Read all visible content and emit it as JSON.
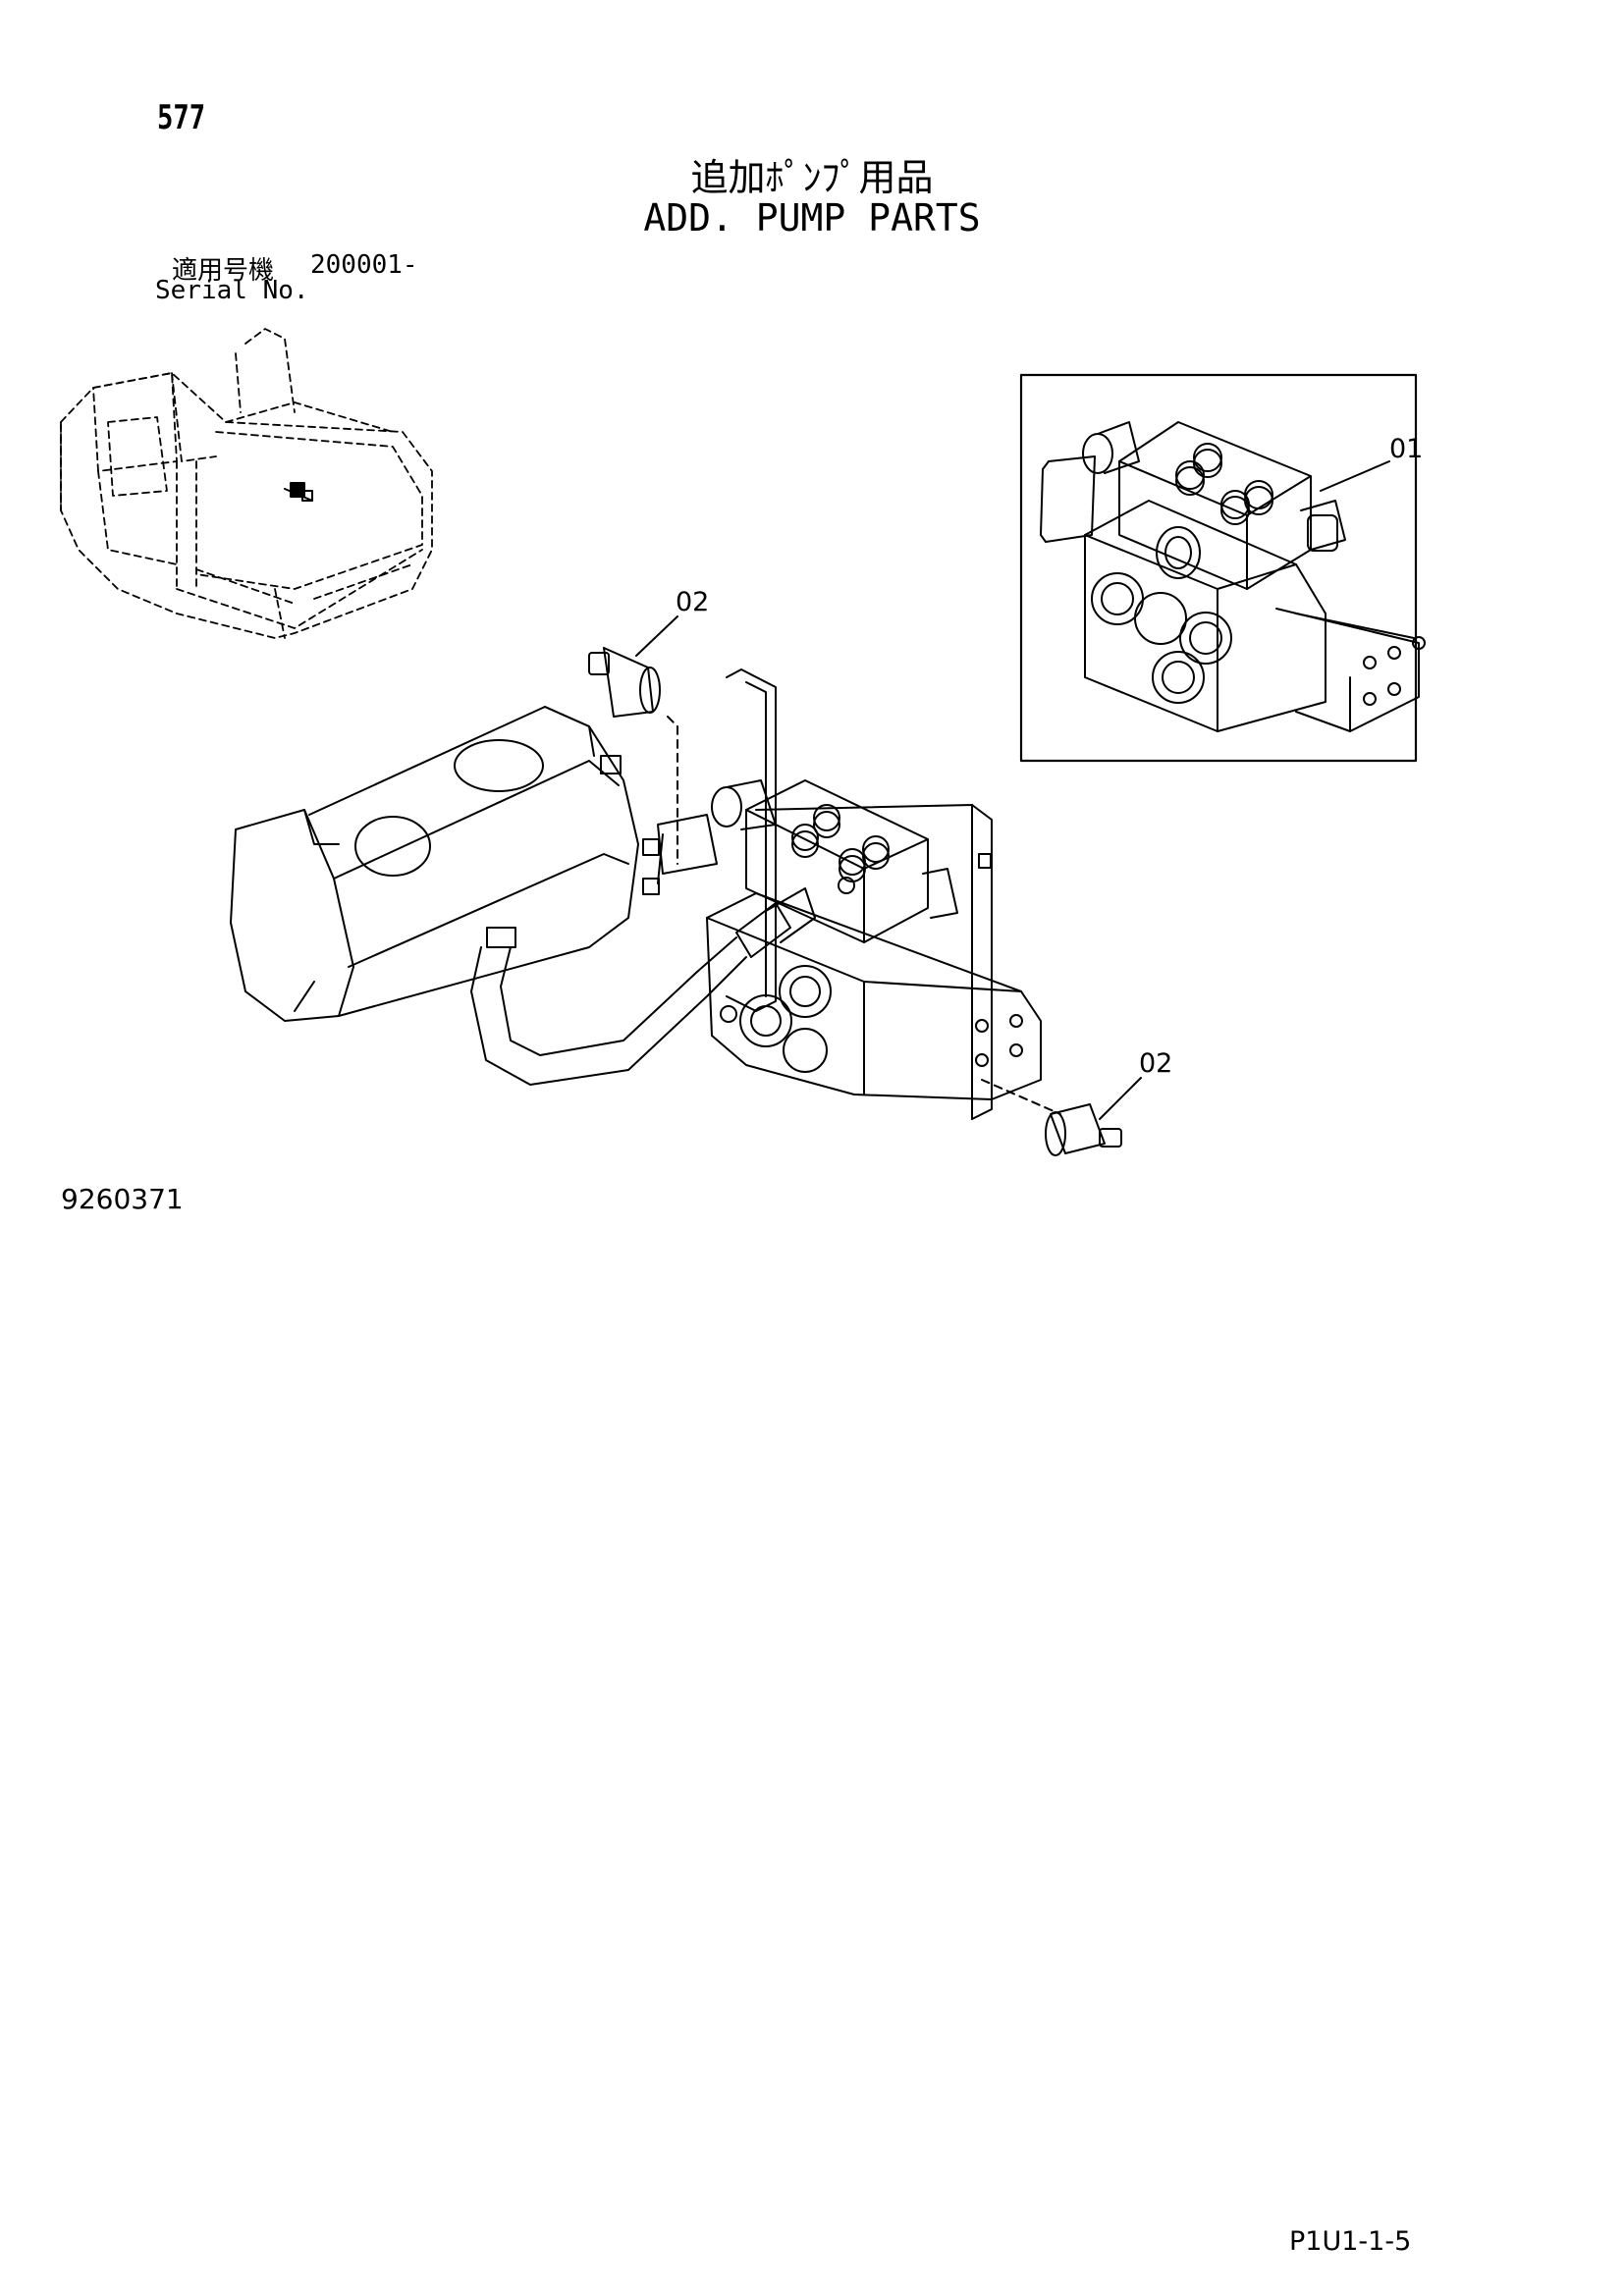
{
  "header": {
    "page_number": "577",
    "title_jp": "追加ﾎﾟﾝﾌﾟ用品",
    "title_en": "ADD. PUMP PARTS"
  },
  "serial": {
    "label_jp": "適用号機",
    "range": "200001-",
    "label_en": "Serial No."
  },
  "callouts": {
    "part_01": "01",
    "part_02_upper": "02",
    "part_02_lower": "02"
  },
  "footer": {
    "drawing_number": "9260371",
    "page_code": "P1U1-1-5"
  },
  "colors": {
    "line": "#000000",
    "background": "#ffffff"
  }
}
